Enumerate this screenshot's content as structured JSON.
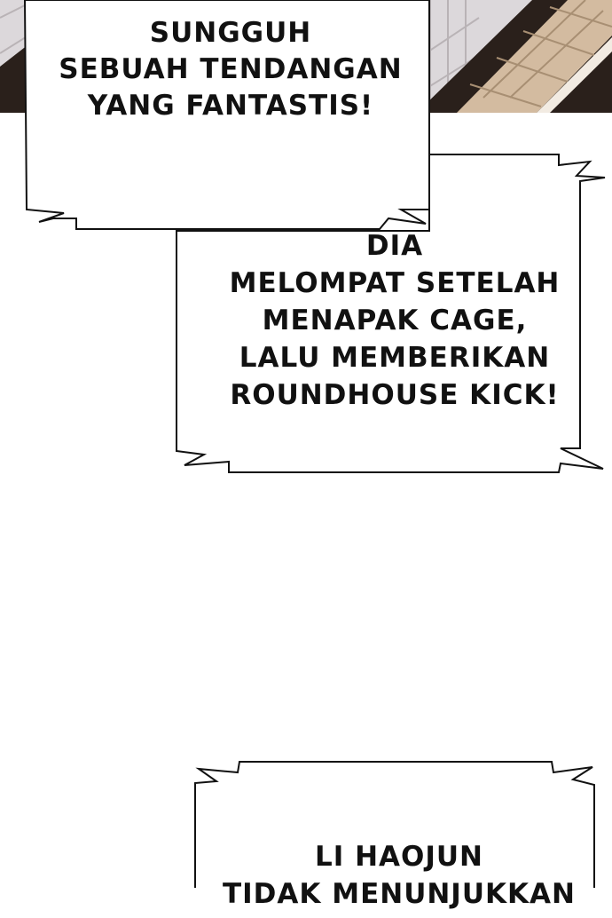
{
  "background_color": "#ffffff",
  "panel_colors": {
    "floor_light": "#dcd8db",
    "floor_tile": "#b9b3b6",
    "dark_beam": "#2a201b",
    "plank": "#d3bba0",
    "plank_line": "#a88f73",
    "outline": "#111111",
    "bubble_fill": "#ffffff"
  },
  "bubbles": {
    "first": {
      "lines": [
        "SUNGGUH",
        "SEBUAH TENDANGAN",
        "YANG FANTASTIS!"
      ]
    },
    "second": {
      "lines": [
        "DIA",
        "MELOMPAT SETELAH",
        "MENAPAK CAGE,",
        "LALU MEMBERIKAN",
        "ROUNDHOUSE KICK!"
      ]
    },
    "third": {
      "lines": [
        "LI HAOJUN",
        "TIDAK MENUNJUKKAN"
      ]
    }
  }
}
